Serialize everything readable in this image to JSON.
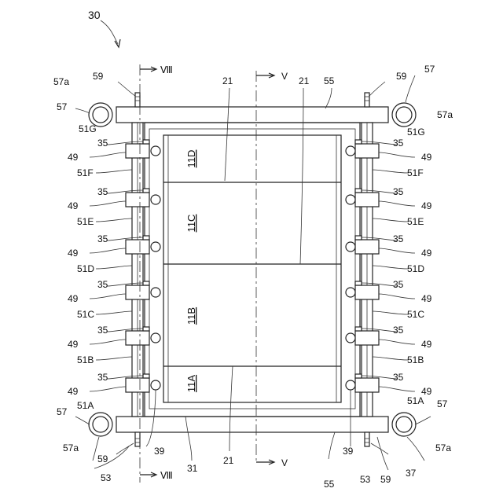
{
  "figure_number": "30",
  "cells": [
    {
      "label": "11A"
    },
    {
      "label": "11B"
    },
    {
      "label": "11C"
    },
    {
      "label": "11D"
    }
  ],
  "labels": {
    "case": "31",
    "bolt": "35",
    "nut": "39",
    "spring": "49",
    "rod_a": "51A",
    "rod_b": "51B",
    "rod_c": "51C",
    "rod_d": "51D",
    "rod_e": "51E",
    "rod_f": "51F",
    "rod_g": "51G",
    "frame_bar": "55",
    "hook": "57",
    "eye": "57a",
    "stud": "59",
    "nut_53": "53",
    "ref_37": "37",
    "sep": "21",
    "section_v": "V",
    "section_viii": "Ⅷ"
  }
}
